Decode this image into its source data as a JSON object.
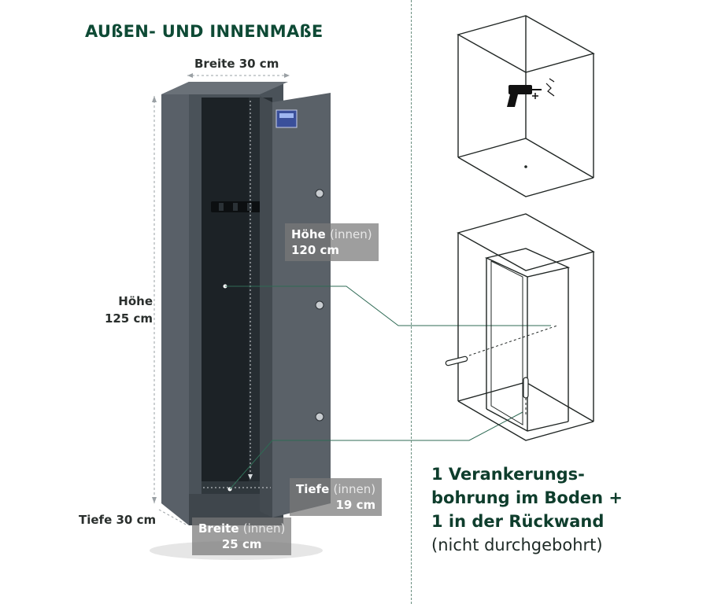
{
  "title": "AUßEN- UND INNENMAßE",
  "outer": {
    "width_label": "Breite 30 cm",
    "height_label_1": "Höhe",
    "height_label_2": "125 cm",
    "depth_label": "Tiefe 30 cm"
  },
  "inner": {
    "height_word": "Höhe",
    "height_paren": "(innen)",
    "height_value": "120 cm",
    "depth_word": "Tiefe",
    "depth_paren": "(innen)",
    "depth_value": "19 cm",
    "width_word": "Breite",
    "width_paren": "(innen)",
    "width_value": "25 cm"
  },
  "anchoring": {
    "line1": "1 Verankerungs-",
    "line2": "bohrung im Boden +",
    "line3": "1 in der Rückwand",
    "line4": "(nicht durchgebohrt)"
  },
  "colors": {
    "title": "#0e4a35",
    "safe_body": "#4a5259",
    "safe_interior": "#1c2226",
    "guide_line": "#2f6b55"
  },
  "icons": [
    "drill-icon"
  ]
}
